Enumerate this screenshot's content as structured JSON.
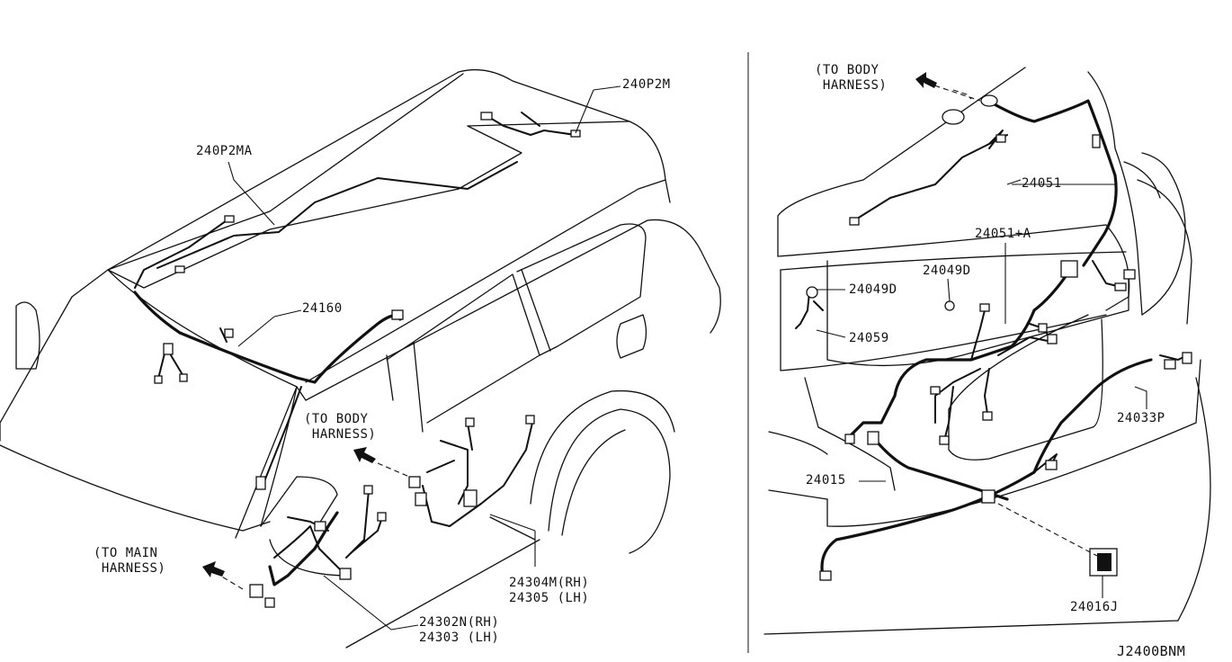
{
  "diagram_id": "J2400BNM",
  "labels": {
    "p240p2m": "240P2M",
    "p240p2ma": "240P2MA",
    "p24160": "24160",
    "to_body_harness_left": "(TO BODY\n HARNESS)",
    "to_main_harness": "(TO MAIN\n HARNESS)",
    "p24304m_rh": "24304M(RH)\n24305 (LH)",
    "p24302n_rh": "24302N(RH)\n24303 (LH)",
    "to_body_harness_right": "(TO BODY\n HARNESS)",
    "p24051": "24051",
    "p24051_a": "24051+A",
    "p24049d_upper": "24049D",
    "p24049d_left": "24049D",
    "p24059": "24059",
    "p24033p": "24033P",
    "p24015": "24015",
    "p24016j": "24016J"
  }
}
